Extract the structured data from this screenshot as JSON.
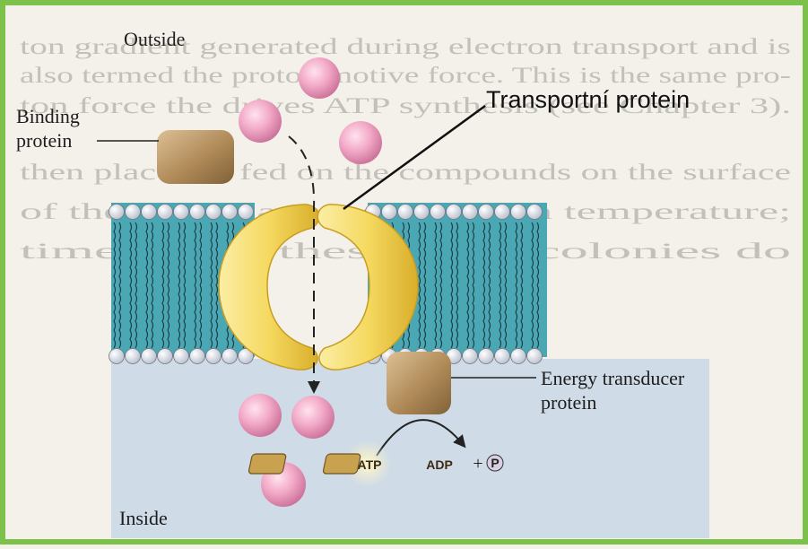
{
  "labels": {
    "outside": "Outside",
    "binding_protein_line1": "Binding",
    "binding_protein_line2": "protein",
    "transport_protein": "Transportní protein",
    "energy_transducer_line1": "Energy transducer",
    "energy_transducer_line2": "protein",
    "inside": "Inside"
  },
  "chemistry": {
    "atp": "ATP",
    "adp": "ADP",
    "plus": "+",
    "phosphate": "P"
  },
  "background_text_lines": [
    "ton gradient generated during electron transport and is",
    "also termed the proton motive force. This is the same pro-",
    "ton force the drives ATP synthesis (see Chapter 3).",
    "then placed in fed on the compounds on the surface",
    "of the bacteria grown at room temperature;",
    "time; but it these same colonies do"
  ],
  "colors": {
    "frame": "#7cc24a",
    "membrane_fill": "#4aa8b4",
    "lipid_head": "#e6e9ef",
    "transport_protein": "#f2d65e",
    "brown_protein": "#b89464",
    "solute": "#f0a6c4"
  }
}
